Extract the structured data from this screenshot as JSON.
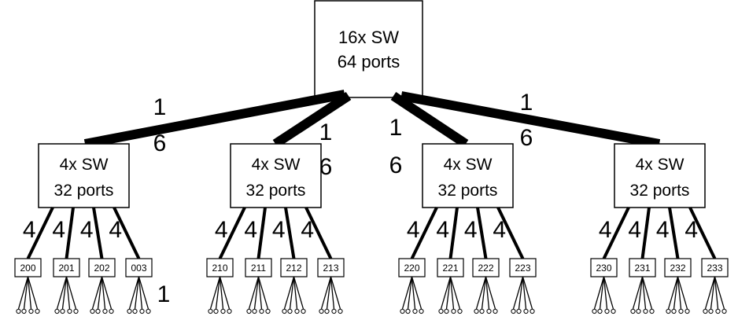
{
  "root": {
    "line1": "16x SW",
    "line2": "64 ports"
  },
  "groups": [
    {
      "line1": "4x SW",
      "line2": "32 ports",
      "uplink_labels": [
        "1",
        "6"
      ],
      "leaves": [
        "200",
        "201",
        "202",
        "003"
      ],
      "link_labels": [
        "4",
        "4",
        "4",
        "4"
      ]
    },
    {
      "line1": "4x SW",
      "line2": "32 ports",
      "uplink_labels": [
        "1",
        "6"
      ],
      "leaves": [
        "210",
        "211",
        "212",
        "213"
      ],
      "link_labels": [
        "4",
        "4",
        "4",
        "4"
      ]
    },
    {
      "line1": "4x SW",
      "line2": "32 ports",
      "uplink_labels": [
        "1",
        "6"
      ],
      "leaves": [
        "220",
        "221",
        "222",
        "223"
      ],
      "link_labels": [
        "4",
        "4",
        "4",
        "4"
      ]
    },
    {
      "line1": "4x SW",
      "line2": "32 ports",
      "uplink_labels": [
        "1",
        "6"
      ],
      "leaves": [
        "230",
        "231",
        "232",
        "233"
      ],
      "link_labels": [
        "4",
        "4",
        "4",
        "4"
      ]
    }
  ],
  "stray_label": "1"
}
